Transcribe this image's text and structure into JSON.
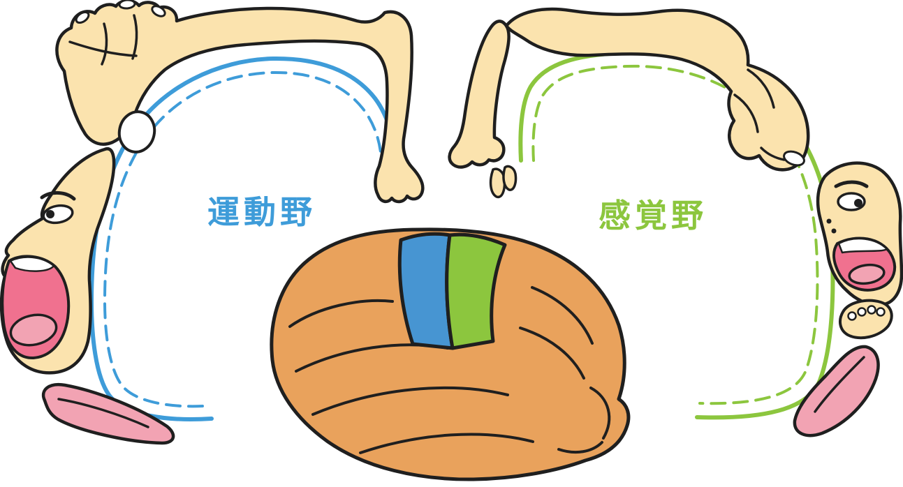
{
  "figure": {
    "type": "anatomical-diagram",
    "subject": "cortical homunculus over brain (motor and sensory areas)",
    "motor": {
      "label": "運動野",
      "color": "#3E9CD9"
    },
    "sensory": {
      "label": "感覚野",
      "color": "#8CC63E"
    },
    "colors": {
      "background": "#FFFFFF",
      "outline": "#1F1F1F",
      "skin": "#FBE3AE",
      "brain": "#E9A25C",
      "motor_band": "#4795D2",
      "sensory_band": "#8CC63E",
      "mouth_interior": "#F0718F",
      "tongue": "#F2A3B3",
      "white": "#FFFFFF"
    }
  }
}
